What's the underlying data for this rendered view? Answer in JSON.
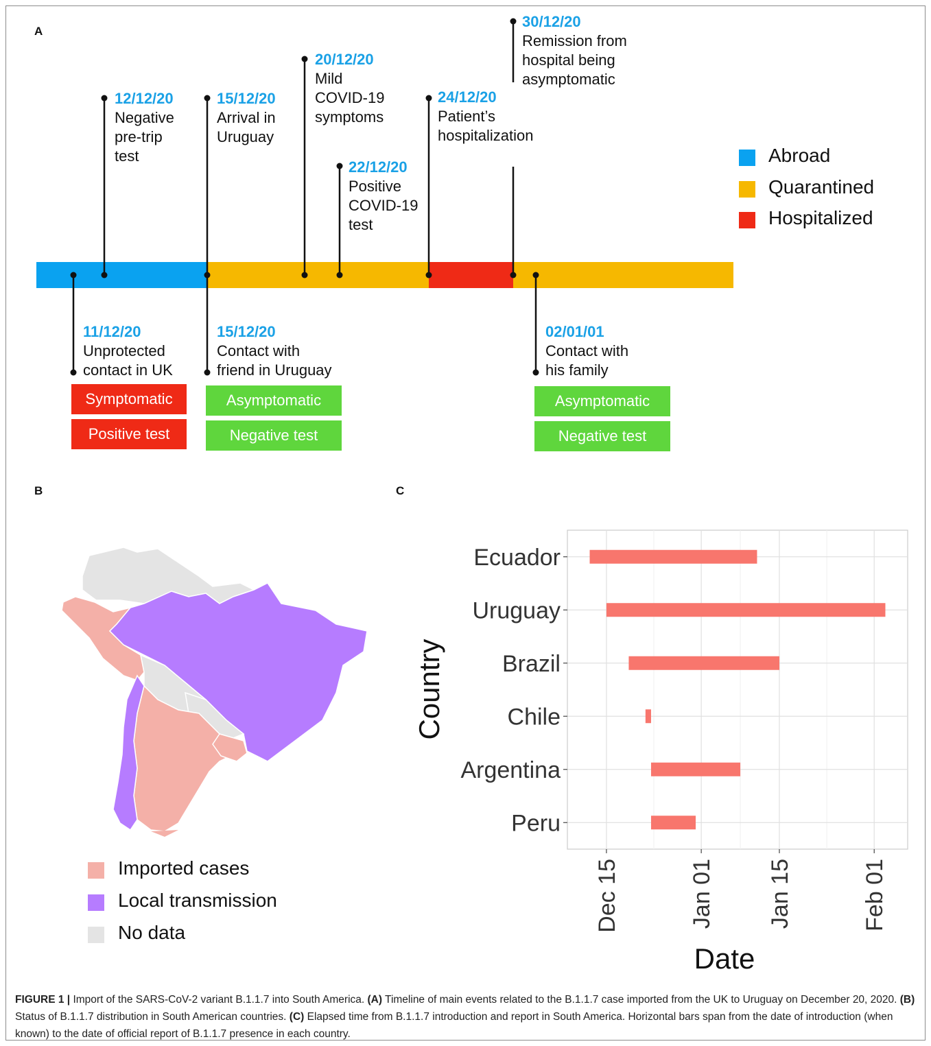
{
  "panels": {
    "a": "A",
    "b": "B",
    "c": "C"
  },
  "timeline": {
    "colors": {
      "abroad": "#0aa2f0",
      "quarantined": "#f6b800",
      "hospitalized": "#ef2a16",
      "date_text": "#1aa1e6"
    },
    "legend": [
      "Abroad",
      "Quarantined",
      "Hospitalized"
    ],
    "events_above": [
      {
        "date": "12/12/20",
        "text": "Negative\npre-trip\ntest"
      },
      {
        "date": "15/12/20",
        "text": "Arrival in\nUruguay"
      },
      {
        "date": "20/12/20",
        "text": "Mild\nCOVID-19\nsymptoms"
      },
      {
        "date": "22/12/20",
        "text": "Positive\nCOVID-19\ntest"
      },
      {
        "date": "24/12/20",
        "text": "Patient’s\nhospitalization"
      },
      {
        "date": "30/12/20",
        "text": "Remission from\nhospital being\nasymptomatic"
      }
    ],
    "events_below": [
      {
        "date": "11/12/20",
        "text": "Unprotected\ncontact in UK",
        "status": "Symptomatic",
        "test": "Positive test"
      },
      {
        "date": "15/12/20",
        "text": "Contact with\nfriend in Uruguay",
        "status": "Asymptomatic",
        "test": "Negative test"
      },
      {
        "date": "02/01/01",
        "text": "Contact with\nhis family",
        "status": "Asymptomatic",
        "test": "Negative test"
      }
    ],
    "status_colors": {
      "red": "#ef2a16",
      "green": "#5fd63d"
    }
  },
  "map": {
    "legend": [
      "Imported cases",
      "Local transmission",
      "No data"
    ],
    "colors": {
      "imported": "#f4b0a8",
      "local": "#b67cff",
      "nodata": "#e4e4e4"
    }
  },
  "chart_data": {
    "type": "bar",
    "orientation": "horizontal",
    "xlabel": "Date",
    "ylabel": "Country",
    "x_ticks": [
      "Dec 15",
      "Jan 01",
      "Jan 15",
      "Feb 01"
    ],
    "x_tick_dates": [
      "2020-12-15",
      "2021-01-01",
      "2021-01-15",
      "2021-02-01"
    ],
    "xlim": [
      "2020-12-08",
      "2021-02-07"
    ],
    "bar_color": "#f8766d",
    "grid": true,
    "categories": [
      "Ecuador",
      "Uruguay",
      "Brazil",
      "Chile",
      "Argentina",
      "Peru"
    ],
    "bars": [
      {
        "country": "Ecuador",
        "start": "2020-12-12",
        "end": "2021-01-11"
      },
      {
        "country": "Uruguay",
        "start": "2020-12-15",
        "end": "2021-02-03"
      },
      {
        "country": "Brazil",
        "start": "2020-12-19",
        "end": "2021-01-15"
      },
      {
        "country": "Chile",
        "start": "2020-12-22",
        "end": "2020-12-23"
      },
      {
        "country": "Argentina",
        "start": "2020-12-23",
        "end": "2021-01-08"
      },
      {
        "country": "Peru",
        "start": "2020-12-23",
        "end": "2020-12-31"
      }
    ]
  },
  "caption": {
    "label": "FIGURE 1 |",
    "intro": " Import of the SARS-CoV-2 variant B.1.1.7 into South America. ",
    "a_tag": "(A)",
    "a_text": " Timeline of main events related to the B.1.1.7 case imported from the UK to Uruguay on December 20, 2020. ",
    "b_tag": "(B)",
    "b_text": " Status of B.1.1.7 distribution in South American countries. ",
    "c_tag": "(C)",
    "c_text": " Elapsed time from B.1.1.7 introduction and report in South America. Horizontal bars span from the date of introduction (when known) to the date of official report of B.1.1.7 presence in each country."
  }
}
